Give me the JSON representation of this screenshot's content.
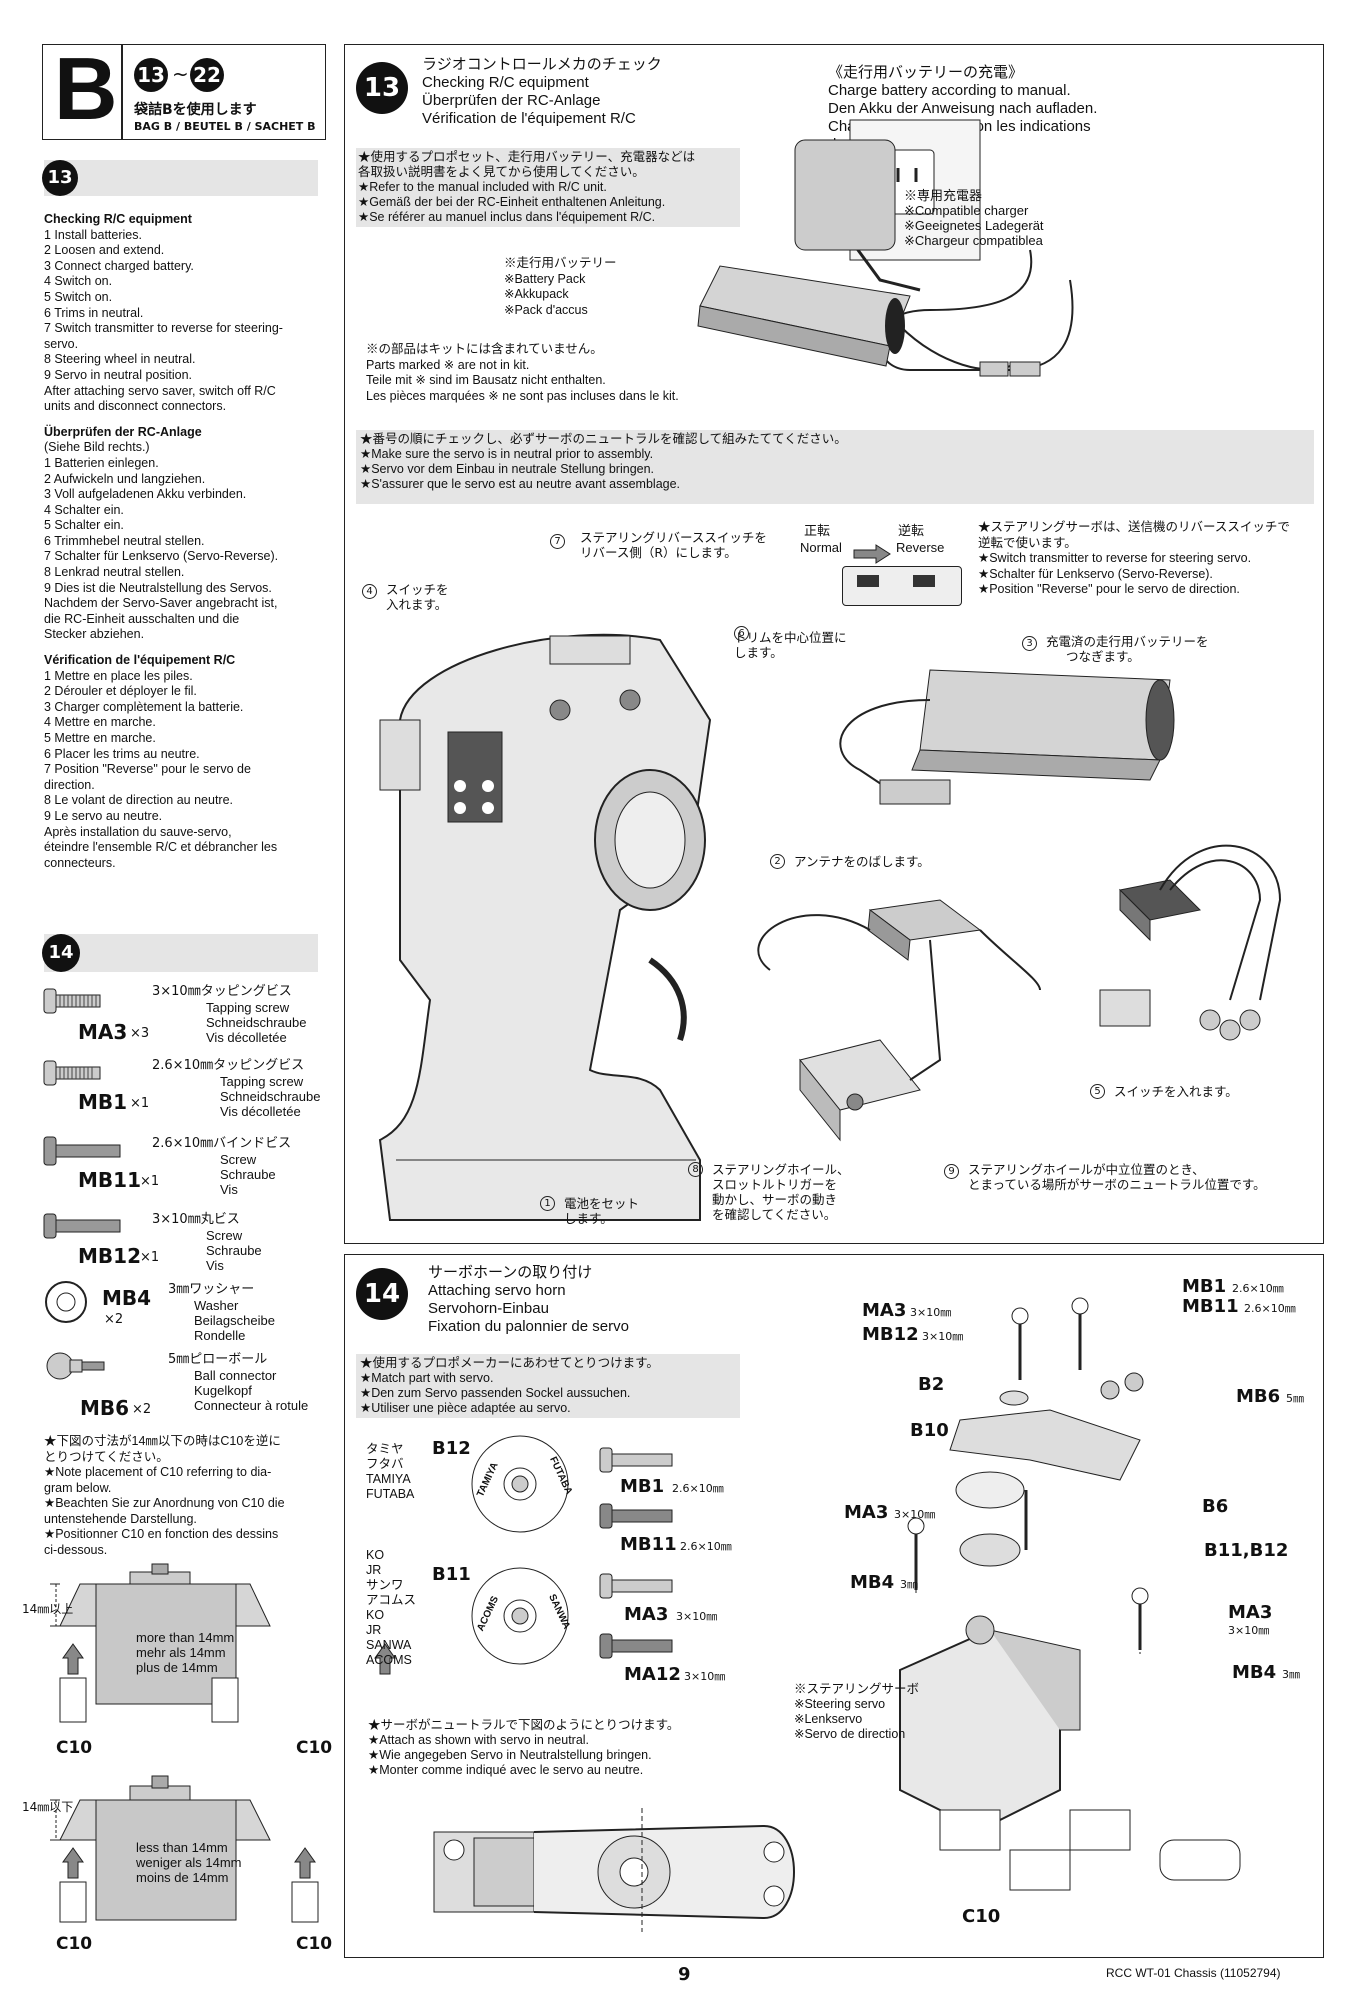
{
  "header": {
    "bag_letter": "B",
    "step_range": [
      "13",
      "22"
    ],
    "bag_jp": "袋詰Bを使用します",
    "bag_intl": "BAG B / BEUTEL B / SACHET B"
  },
  "left13": {
    "num": "13",
    "en_title": "Checking R/C equipment",
    "en_steps": [
      "1 Install batteries.",
      "2 Loosen and extend.",
      "3 Connect charged battery.",
      "4 Switch on.",
      "5 Switch on.",
      "6 Trims in neutral.",
      "7 Switch transmitter to reverse for steering-",
      "servo.",
      "8 Steering wheel in neutral.",
      "9 Servo in neutral position.",
      "After attaching servo saver, switch off R/C",
      "units and disconnect connectors."
    ],
    "de_title": "Überprüfen der RC-Anlage",
    "de_steps": [
      "(Siehe Bild rechts.)",
      "1 Batterien einlegen.",
      "2 Aufwickeln und langziehen.",
      "3 Voll aufgeladenen Akku verbinden.",
      "4 Schalter ein.",
      "5 Schalter ein.",
      "6 Trimmhebel neutral stellen.",
      "7 Schalter für Lenkservo (Servo-Reverse).",
      "8 Lenkrad neutral stellen.",
      "9 Dies ist die Neutralstellung des Servos.",
      "Nachdem der Servo-Saver angebracht ist,",
      "die RC-Einheit ausschalten und die",
      "Stecker abziehen."
    ],
    "fr_title": "Vérification de l'équipement R/C",
    "fr_steps": [
      "1 Mettre en place les piles.",
      "2 Dérouler et déployer le fil.",
      "3 Charger complètement la batterie.",
      "4 Mettre en marche.",
      "5 Mettre en marche.",
      "6 Placer les trims au neutre.",
      "7 Position \"Reverse\" pour le servo de",
      "direction.",
      "8 Le volant de direction au neutre.",
      "9 Le servo au neutre.",
      "Après installation du sauve-servo,",
      "éteindre l'ensemble R/C et débrancher les",
      "connecteurs."
    ]
  },
  "left14": {
    "num": "14",
    "parts": [
      {
        "code": "MA3",
        "qty": "×3",
        "size": "3×10㎜タッピングビス",
        "names": [
          "Tapping screw",
          "Schneidschraube",
          "Vis décolletée"
        ]
      },
      {
        "code": "MB1",
        "qty": "×1",
        "size": "2.6×10㎜タッピングビス",
        "names": [
          "Tapping screw",
          "Schneidschraube",
          "Vis décolletée"
        ]
      },
      {
        "code": "MB11",
        "qty": "×1",
        "size": "2.6×10㎜バインドビス",
        "names": [
          "Screw",
          "Schraube",
          "Vis"
        ]
      },
      {
        "code": "MB12",
        "qty": "×1",
        "size": "3×10㎜丸ビス",
        "names": [
          "Screw",
          "Schraube",
          "Vis"
        ]
      },
      {
        "code": "MB4",
        "qty": "×2",
        "size": "3㎜ワッシャー",
        "names": [
          "Washer",
          "Beilagscheibe",
          "Rondelle"
        ]
      },
      {
        "code": "MB6",
        "qty": "×2",
        "size": "5㎜ピローボール",
        "names": [
          "Ball connector",
          "Kugelkopf",
          "Connecteur à rotule"
        ]
      }
    ],
    "note": [
      "★下図の寸法が14㎜以下の時はC10を逆に",
      "とりつけてください。",
      "★Note placement of C10 referring to dia-",
      "gram below.",
      "★Beachten Sie zur Anordnung von C10 die",
      "untenstehende Darstellung.",
      "★Positionner C10 en fonction des dessins",
      "ci-dessous."
    ],
    "over_label": "14㎜以上",
    "over_text": [
      "more than 14mm",
      "mehr als 14mm",
      "plus de 14mm"
    ],
    "under_label": "14㎜以下",
    "under_text": [
      "less than 14mm",
      "weniger als 14mm",
      "moins de 14mm"
    ],
    "c10": "C10"
  },
  "step13": {
    "num": "13",
    "title_jp": "ラジオコントロールメカのチェック",
    "title_en": "Checking R/C equipment",
    "title_de": "Überprüfen der RC-Anlage",
    "title_fr": "Vérification de l'équipement R/C",
    "manual_note": [
      "★使用するプロポセット、走行用バッテリー、充電器などは",
      "各取扱い説明書をよく見てから使用してください。",
      "★Refer to the manual included with R/C unit.",
      "★Gemäß der bei der RC-Einheit enthaltenen Anleitung.",
      "★Se référer au manuel inclus dans l'équipement R/C."
    ],
    "charge": [
      "《走行用バッテリーの充電》",
      "Charge battery according to manual.",
      "Den Akku der Anweisung nach aufladen.",
      "Charger la batterie selon les indications",
      "du manuel."
    ],
    "charger": [
      "※専用充電器",
      "※Compatible charger",
      "※Geeignetes Ladegerät",
      "※Chargeur compatiblea"
    ],
    "battery": [
      "※走行用バッテリー",
      "※Battery Pack",
      "※Akkupack",
      "※Pack d'accus"
    ],
    "not_incl": [
      "※の部品はキットには含まれていません。",
      "Parts marked ※ are not in kit.",
      "Teile mit ※ sind im Bausatz nicht enthalten.",
      "Les pièces marquées ※ ne sont pas incluses dans le kit."
    ],
    "neutral_note": [
      "★番号の順にチェックし、必ずサーボのニュートラルを確認して組みたててください。",
      "★Make sure the servo is in neutral prior to assembly.",
      "★Servo vor dem Einbau in neutrale Stellung bringen.",
      "★S'assurer que le servo est au neutre avant assemblage."
    ],
    "normal_jp": "正転",
    "normal": "Normal",
    "reverse_jp": "逆転",
    "reverse": "Reverse",
    "rev_note": [
      "★ステアリングサーボは、送信機のリバーススイッチで",
      "逆転で使います。",
      "★Switch transmitter to reverse for steering servo.",
      "★Schalter für Lenkservo (Servo-Reverse).",
      "★Position \"Reverse\" pour le servo de direction."
    ],
    "c1": [
      "電池をセット",
      "します。"
    ],
    "c2": [
      "アンテナをのばします。"
    ],
    "c3": [
      "充電済の走行用バッテリーを",
      "つなぎます。"
    ],
    "c4": [
      "スイッチを",
      "入れます。"
    ],
    "c5": [
      "スイッチを入れます。"
    ],
    "c6": [
      "トリムを中心位置に",
      "します。"
    ],
    "c7": [
      "ステアリングリバーススイッチを",
      "リバース側（R）にします。"
    ],
    "c8": [
      "ステアリングホイール、",
      "スロットルトリガーを",
      "動かし、サーボの動き",
      "を確認してください。"
    ],
    "c9": [
      "ステアリングホイールが中立位置のとき、",
      "とまっている場所がサーボのニュートラル位置です。"
    ]
  },
  "step14": {
    "num": "14",
    "title_jp": "サーボホーンの取り付け",
    "title_en": "Attaching servo horn",
    "title_de": "Servohorn-Einbau",
    "title_fr": "Fixation du palonnier de servo",
    "match_note": [
      "★使用するプロポメーカーにあわせてとりつけます。",
      "★Match part with servo.",
      "★Den zum Servo passenden Sockel aussuchen.",
      "★Utiliser une pièce adaptée au servo."
    ],
    "brands1": [
      "タミヤ",
      "フタバ",
      "TAMIYA",
      "FUTABA"
    ],
    "brands2": [
      "KO",
      "JR",
      "サンワ",
      "アコムス",
      "KO",
      "JR",
      "SANWA",
      "ACOMS"
    ],
    "b12": "B12",
    "b11": "B11",
    "disc1": [
      "TAMIYA",
      "FUTABA"
    ],
    "disc2": [
      "ACOMS",
      "SANWA"
    ],
    "screws_a": [
      {
        "code": "MB1",
        "size": "2.6×10㎜"
      },
      {
        "code": "MB11",
        "size": "2.6×10㎜"
      }
    ],
    "screws_b": [
      {
        "code": "MA3",
        "size": "3×10㎜"
      },
      {
        "code": "MA12",
        "size": "3×10㎜"
      }
    ],
    "attach_note": [
      "★サーボがニュートラルで下図のようにとりつけます。",
      "★Attach as shown with servo in neutral.",
      "★Wie angegeben Servo in Neutralstellung bringen.",
      "★Monter comme indiqué avec le servo au neutre."
    ],
    "labels": {
      "mb1": "MB1",
      "mb1s": "2.6×10㎜",
      "mb11": "MB11",
      "mb11s": "2.6×10㎜",
      "ma3a": "MA3",
      "ma3as": "3×10㎜",
      "mb12": "MB12",
      "mb12s": "3×10㎜",
      "b2": "B2",
      "mb6": "MB6",
      "mb6s": "5㎜",
      "b10": "B10",
      "b6": "B6",
      "ma3b": "MA3",
      "ma3bs": "3×10㎜",
      "b1112": "B11,B12",
      "mb4a": "MB4",
      "mb4as": "3㎜",
      "ma3c": "MA3",
      "ma3cs": "3×10㎜",
      "mb4b": "MB4",
      "mb4bs": "3㎜",
      "c10": "C10"
    },
    "servo": [
      "※ステアリングサーボ",
      "※Steering servo",
      "※Lenkservo",
      "※Servo de direction"
    ]
  },
  "footer": {
    "page": "9",
    "code": "RCC WT-01 Chassis (11052794)"
  }
}
